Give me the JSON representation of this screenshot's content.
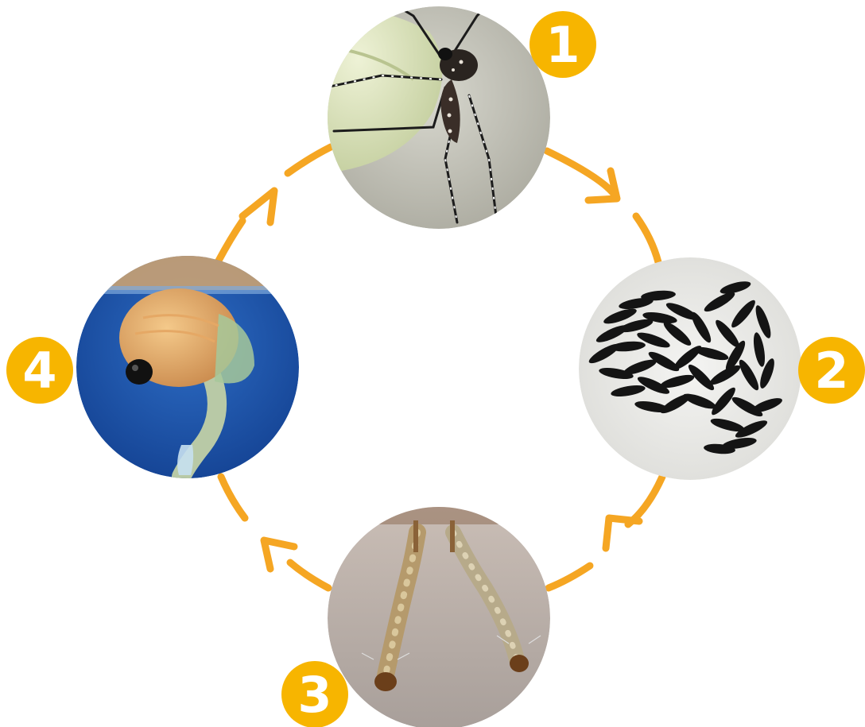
{
  "colors": {
    "accent": "#F5A623",
    "badge": "#F7B500",
    "badge_text": "#FFFFFF"
  },
  "cycle": {
    "stages": [
      {
        "number": "1",
        "illustration": "adult-mosquito-on-leaf"
      },
      {
        "number": "2",
        "illustration": "black-egg-cluster"
      },
      {
        "number": "3",
        "illustration": "two-larvae-hanging-at-water-surface"
      },
      {
        "number": "4",
        "illustration": "pupa-in-blue-water"
      }
    ]
  }
}
